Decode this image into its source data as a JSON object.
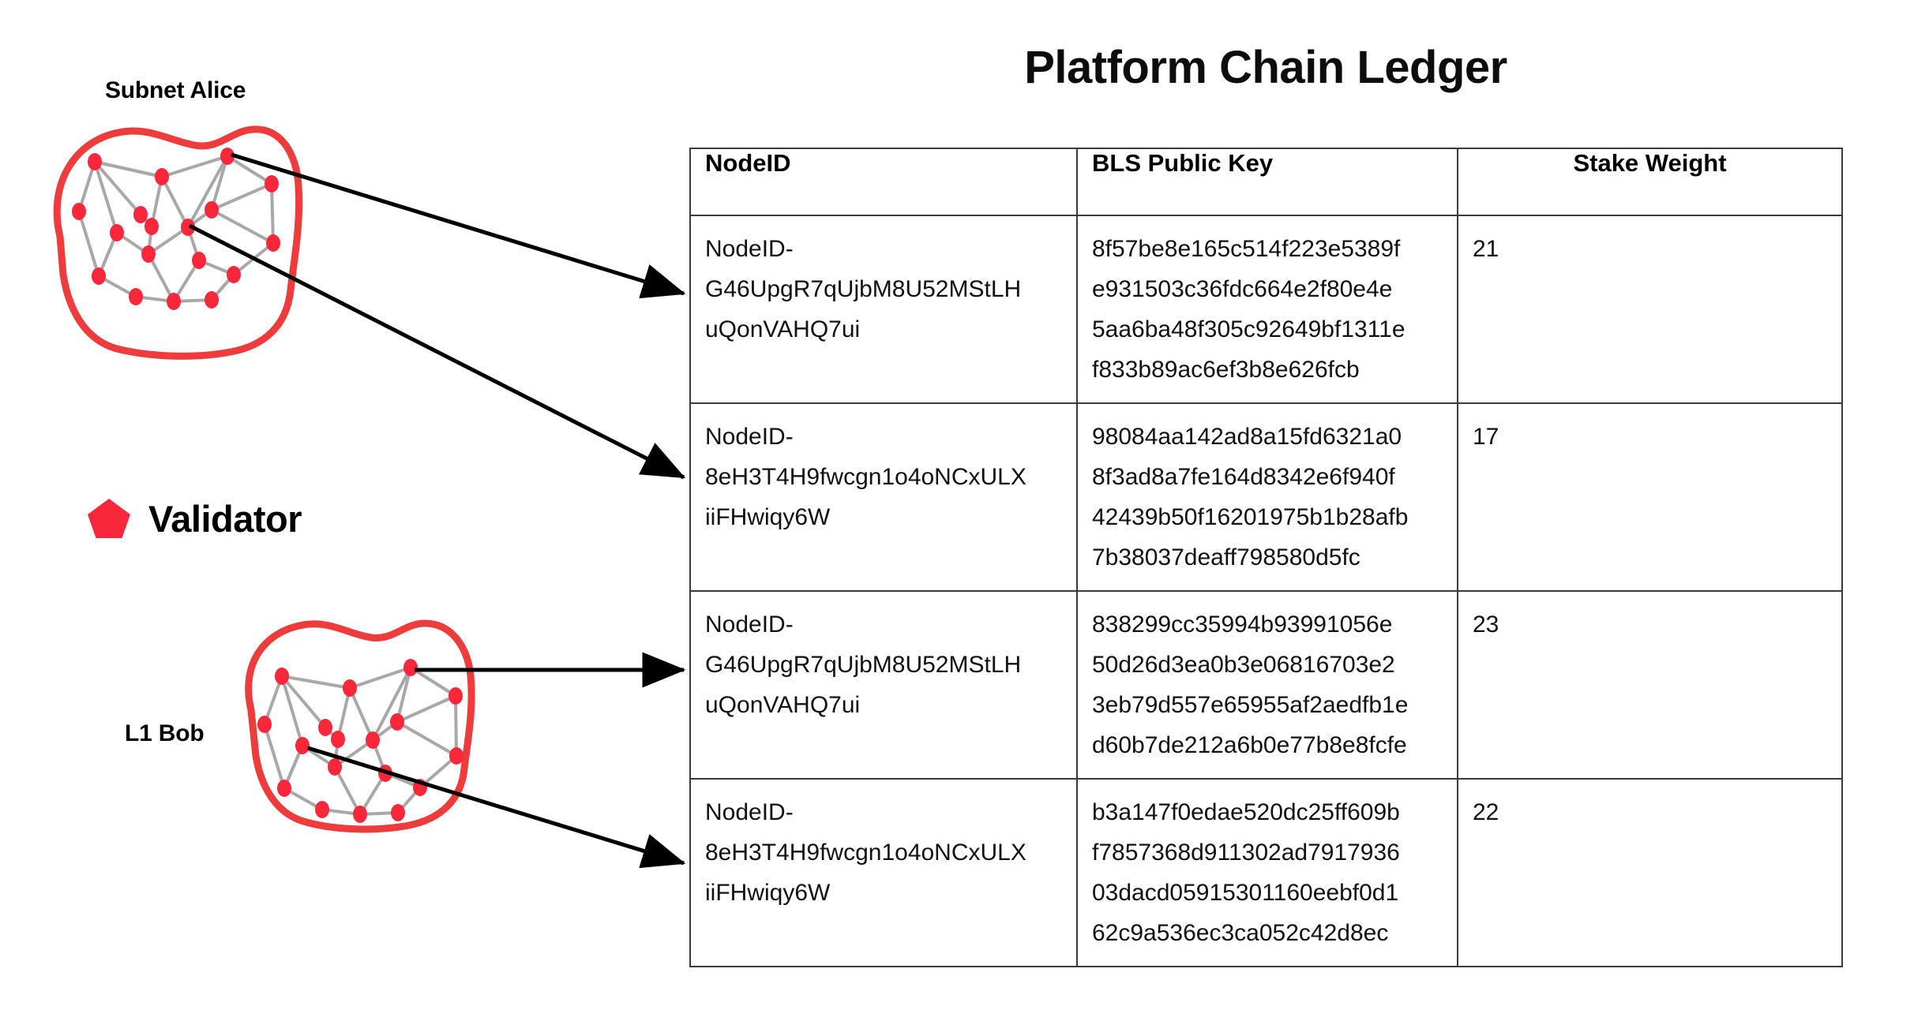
{
  "title": "Platform Chain Ledger",
  "colors": {
    "validator_red": "#F8283A",
    "blob_outline_red": "#EE3B3B",
    "edge_gray": "#A8A8A8",
    "table_border": "#3a3a3a",
    "arrow_black": "#000000",
    "text_black": "#000000"
  },
  "diagram": {
    "subnet_label": "Subnet Alice",
    "l1_label": "L1 Bob",
    "legend": {
      "icon": "pentagon-icon",
      "label": "Validator"
    }
  },
  "table": {
    "columns": [
      "NodeID",
      "BLS Public Key",
      "Stake Weight"
    ],
    "rows": [
      {
        "node_id": "NodeID-G46UpgR7qUjbM8U52MStLHuQonVAHQ7ui",
        "node_id_lines": "NodeID-\nG46UpgR7qUjbM8U52MStLH\nuQonVAHQ7ui",
        "bls_public_key": "8f57be8e165c514f223e5389fe931503c36fdc664e2f80e4e5aa6ba48f305c92649bf1311ef833b89ac6ef3b8e626fcb",
        "bls_public_key_lines": "8f57be8e165c514f223e5389f\ne931503c36fdc664e2f80e4e\n5aa6ba48f305c92649bf1311e\nf833b89ac6ef3b8e626fcb",
        "stake_weight": "21"
      },
      {
        "node_id": "NodeID-8eH3T4H9fwcgn1o4oNCxULXiiFHwiqy6W",
        "node_id_lines": "NodeID-\n8eH3T4H9fwcgn1o4oNCxULX\niiFHwiqy6W",
        "bls_public_key": "98084aa142ad8a15fd6321a08f3ad8a7fe164d8342e6f940f42439b50f16201975b1b28afb7b38037deaff798580d5fc",
        "bls_public_key_lines": "98084aa142ad8a15fd6321a0\n8f3ad8a7fe164d8342e6f940f\n42439b50f16201975b1b28afb\n7b38037deaff798580d5fc",
        "stake_weight": "17"
      },
      {
        "node_id": "NodeID-G46UpgR7qUjbM8U52MStLHuQonVAHQ7ui",
        "node_id_lines": "NodeID-\nG46UpgR7qUjbM8U52MStLH\nuQonVAHQ7ui",
        "bls_public_key": "838299cc35994b93991056e50d26d3ea0b3e06816703e23eb79d557e65955af2aedfb1ed60b7de212a6b0e77b8e8fcfe",
        "bls_public_key_lines": "838299cc35994b93991056e\n50d26d3ea0b3e06816703e2\n3eb79d557e65955af2aedfb1e\nd60b7de212a6b0e77b8e8fcfe",
        "stake_weight": "23"
      },
      {
        "node_id": "NodeID-8eH3T4H9fwcgn1o4oNCxULXiiFHwiqy6W",
        "node_id_lines": "NodeID-\n8eH3T4H9fwcgn1o4oNCxULX\niiFHwiqy6W",
        "bls_public_key": "b3a147f0edae520dc25ff609bf7857368d911302ad791793603dacd05915301160eebf0d162c9a536ec3ca052c42d8ec",
        "bls_public_key_lines": "b3a147f0edae520dc25ff609b\nf7857368d911302ad7917936\n03dacd05915301160eebf0d1\n62c9a536ec3ca052c42d8ec",
        "stake_weight": "22"
      }
    ]
  }
}
